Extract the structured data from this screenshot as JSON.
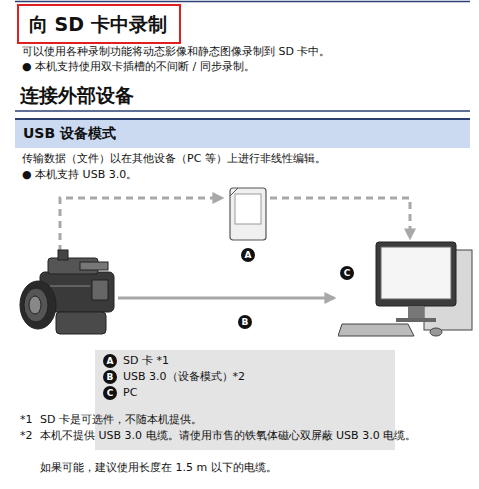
{
  "diagram": {
    "nodes": [
      {
        "text": [
          "向 SD 卡中录制"
        ]
      },
      {
        "text": [
          "USB 设备模式"
        ]
      },
      {
        "text": [
          "A"
        ]
      },
      {
        "text": [
          "C"
        ]
      },
      {
        "text": [
          "B"
        ]
      },
      {
        "text": [
          "SD 卡 *1",
          "USB 3.0（设备模式）*2",
          "PC"
        ]
      },
      {
        "text": [
          "A"
        ],
        "in": 5
      },
      {
        "text": [
          "B"
        ],
        "in": 5
      },
      {
        "text": [
          "C"
        ],
        "in": 5
      }
    ],
    "edges": [
      {
        "from": 2,
        "to": 3,
        "arrow": "to"
      }
    ],
    "labels": [
      "可以使用各种录制功能将动态影像和静态图像录制到 SD 卡中。",
      "● 本机支持使用双卡插槽的不间断 / 同步录制。",
      "连接外部设备",
      "传输数据（文件）以在其他设备（PC 等）上进行非线性编辑。",
      "● 本机支持 USB 3.0。",
      "*1",
      "SD 卡是可选件，不随本机提供。",
      "*2",
      "本机不提供 USB 3.0 电缆。请使用市售的铁氧体磁心双屏蔽 USB 3.0 电缆。",
      "如果可能，建议使用长度在 1.5 m 以下的电缆。"
    ]
  }
}
